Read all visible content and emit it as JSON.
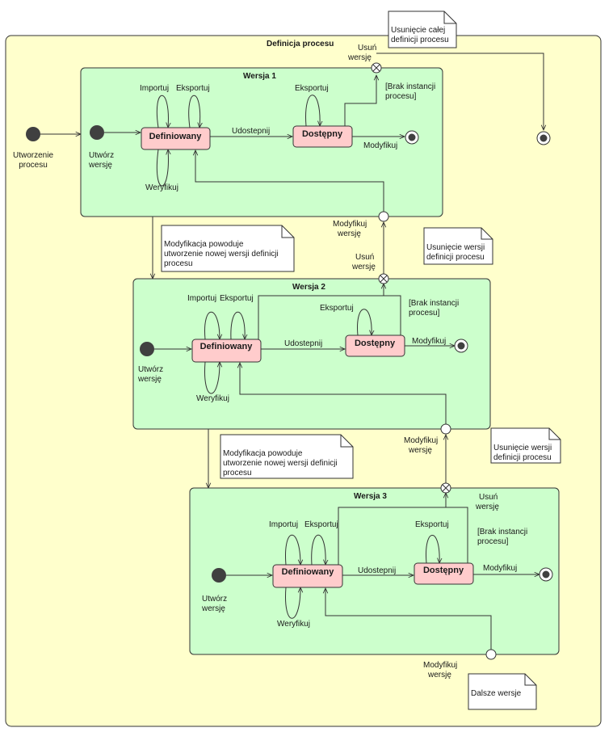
{
  "colors": {
    "outer_fill": "#ffffcc",
    "version_fill": "#ccffcc",
    "state_fill": "#ffcccc",
    "line": "#333333",
    "node_fill": "#404040",
    "note_fill": "#ffffff"
  },
  "outer": {
    "title": "Definicja procesu",
    "initial_label": [
      "Utworzenie",
      "procesu"
    ]
  },
  "notes": {
    "delete_all": [
      "Usunięcie całej",
      "definicji procesu"
    ],
    "modify_1": [
      "Modyfikacja powoduje",
      "utworzenie nowej wersji definicji",
      "procesu"
    ],
    "delete_v1": [
      "Usunięcie wersji",
      "definicji procesu"
    ],
    "modify_2": [
      "Modyfikacja powoduje",
      "utworzenie nowej wersji definicji",
      "procesu"
    ],
    "delete_v2": [
      "Usunięcie wersji",
      "definicji procesu"
    ],
    "further": [
      "Dalsze wersje"
    ]
  },
  "versions": [
    {
      "title": "Wersja 1",
      "initial_label": [
        "Utwórz",
        "wersję"
      ],
      "state_defined": "Definiowany",
      "state_available": "Dostępny",
      "import": "Importuj",
      "export_defined": "Eksportuj",
      "verify": "Weryfikuj",
      "export_available": "Eksportuj",
      "share": "Udostepnij",
      "modify": "Modyfikuj",
      "guard": [
        "[Brak instancji",
        "procesu]"
      ],
      "delete": [
        "Usuń",
        "wersję"
      ],
      "modify_version": [
        "Modyfikuj",
        "wersję"
      ]
    },
    {
      "title": "Wersja 2",
      "initial_label": [
        "Utwórz",
        "wersję"
      ],
      "state_defined": "Definiowany",
      "state_available": "Dostępny",
      "import": "Importuj",
      "export_defined": "Eksportuj",
      "verify": "Weryfikuj",
      "export_available": "Eksportuj",
      "share": "Udostepnij",
      "modify": "Modyfikuj",
      "guard": [
        "[Brak instancji",
        "procesu]"
      ],
      "delete": [
        "Usuń",
        "wersję"
      ],
      "modify_version": [
        "Modyfikuj",
        "wersję"
      ]
    },
    {
      "title": "Wersja 3",
      "initial_label": [
        "Utwórz",
        "wersję"
      ],
      "state_defined": "Definiowany",
      "state_available": "Dostępny",
      "import": "Importuj",
      "export_defined": "Eksportuj",
      "verify": "Weryfikuj",
      "export_available": "Eksportuj",
      "share": "Udostepnij",
      "modify": "Modyfikuj",
      "guard": [
        "[Brak instancji",
        "procesu]"
      ],
      "delete": [
        "Usuń",
        "wersję"
      ],
      "modify_version": [
        "Modyfikuj",
        "wersję"
      ]
    }
  ]
}
